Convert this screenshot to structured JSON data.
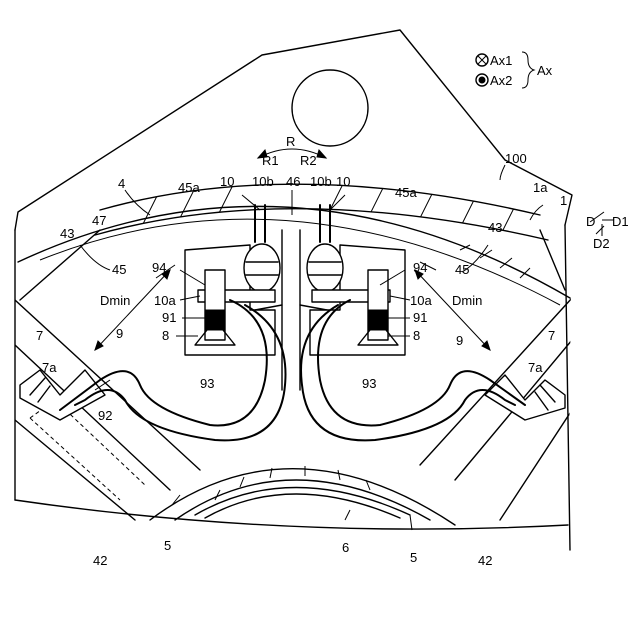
{
  "axes_legend": {
    "ax1": "Ax1",
    "ax2": "Ax2",
    "ax": "Ax"
  },
  "labels": {
    "r": "R",
    "r1": "R1",
    "r2": "R2",
    "n100": "100",
    "n1": "1",
    "n1a": "1a",
    "d": "D",
    "d1": "D1",
    "d2": "D2",
    "n4": "4",
    "n45a_l": "45a",
    "n45a_r": "45a",
    "n10_l": "10",
    "n10b_l": "10b",
    "n46": "46",
    "n10b_r": "10b",
    "n10_r": "10",
    "n43_l": "43",
    "n43_r": "43",
    "n47": "47",
    "n45_l": "45",
    "n45_r": "45",
    "n94_l": "94",
    "n94_r": "94",
    "dmin_l": "Dmin",
    "dmin_r": "Dmin",
    "n10a_l": "10a",
    "n10a_r": "10a",
    "n91_l": "91",
    "n91_r": "91",
    "n8_l": "8",
    "n8_r": "8",
    "n9_l": "9",
    "n9_r": "9",
    "n7_l": "7",
    "n7_r": "7",
    "n7a_l": "7a",
    "n7a_r": "7a",
    "n92": "92",
    "n93_l": "93",
    "n93_r": "93",
    "n42_l": "42",
    "n42_r": "42",
    "n5_l": "5",
    "n5_r": "5",
    "n6": "6"
  }
}
